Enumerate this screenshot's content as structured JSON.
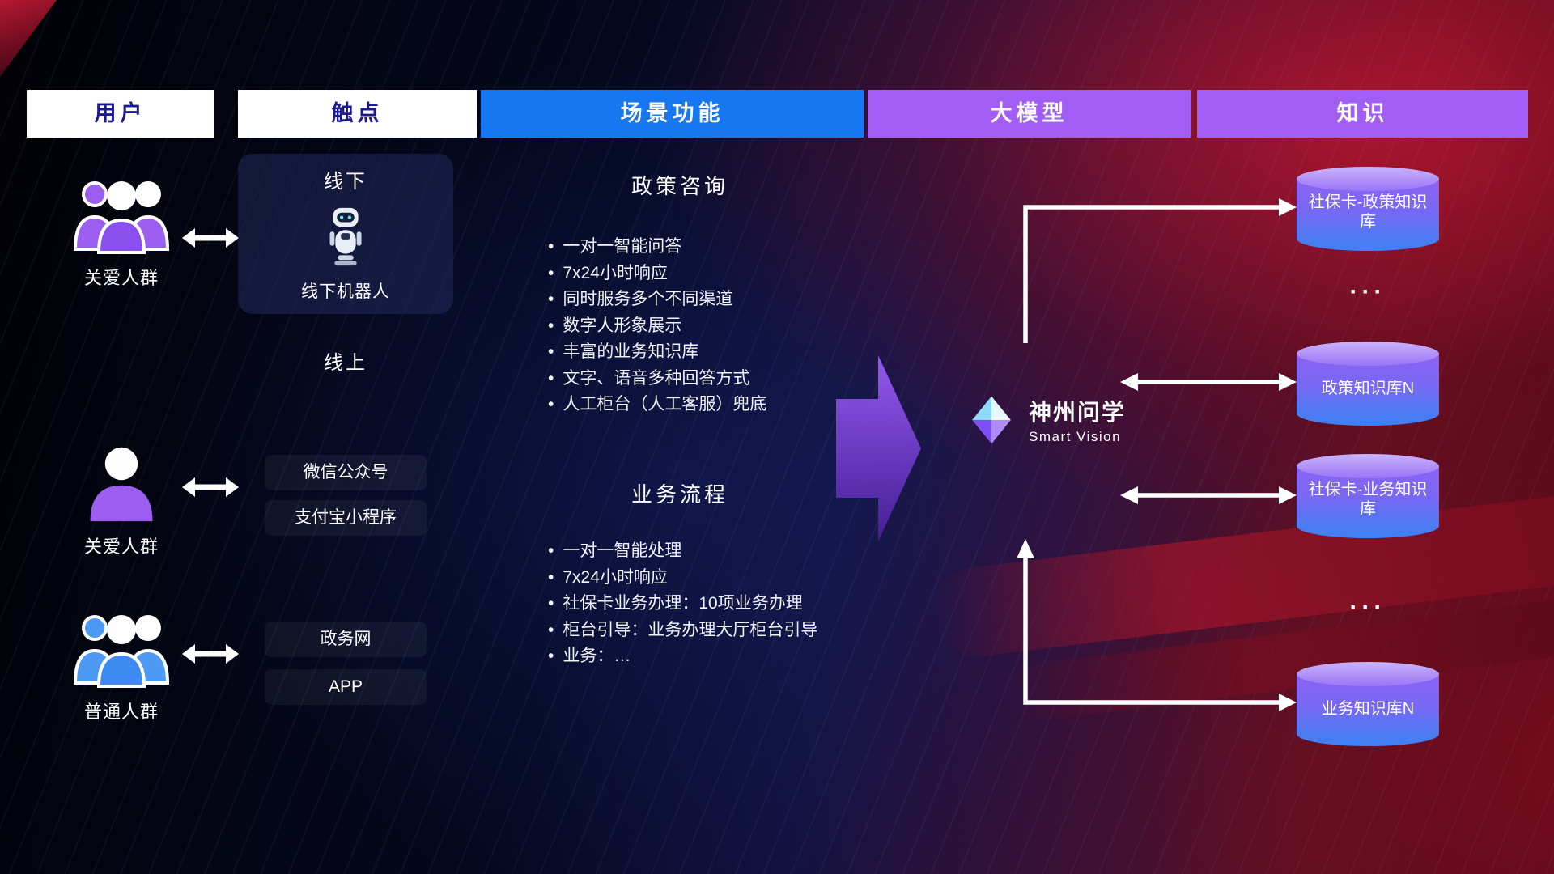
{
  "header": {
    "columns": [
      {
        "label": "用户"
      },
      {
        "label": "触点"
      },
      {
        "label": "场景功能"
      },
      {
        "label": "大模型"
      },
      {
        "label": "知识"
      }
    ]
  },
  "users": {
    "groups": [
      {
        "label": "关爱人群"
      },
      {
        "label": "关爱人群"
      },
      {
        "label": "普通人群"
      }
    ]
  },
  "touchpoints": {
    "offline": {
      "title": "线下",
      "robot_label": "线下机器人"
    },
    "online_title": "线上",
    "channels": [
      {
        "label": "微信公众号"
      },
      {
        "label": "支付宝小程序"
      },
      {
        "label": "政务网"
      },
      {
        "label": "APP"
      }
    ]
  },
  "scenarios": [
    {
      "title": "政策咨询",
      "items": [
        "一对一智能问答",
        "7x24小时响应",
        "同时服务多个不同渠道",
        "数字人形象展示",
        "丰富的业务知识库",
        "文字、语音多种回答方式",
        "人工柜台（人工客服）兜底"
      ]
    },
    {
      "title": "业务流程",
      "items": [
        "一对一智能处理",
        "7x24小时响应",
        "社保卡业务办理：10项业务办理",
        "柜台引导：业务办理大厅柜台引导",
        "业务：…"
      ]
    }
  ],
  "model": {
    "name": "神州问学",
    "subtitle": "Smart Vision"
  },
  "knowledge": {
    "databases": [
      {
        "label": "社保卡-政策知识库"
      },
      {
        "label": "政策知识库N"
      },
      {
        "label": "社保卡-业务知识库"
      },
      {
        "label": "业务知识库N"
      }
    ],
    "ellipsis": "···"
  },
  "colors": {
    "header_blue": "#1677f0",
    "header_purple": "#a25df5",
    "header_dark_text": "#1b1b8f",
    "user_purple": "#9b5ef0",
    "user_blue": "#4d9af5",
    "cylinder_top": "#b493f9",
    "cylinder_bottom": "#3f80f3",
    "flow_arrow_purple": "#7b3ff2",
    "connector_white": "#ffffff"
  }
}
